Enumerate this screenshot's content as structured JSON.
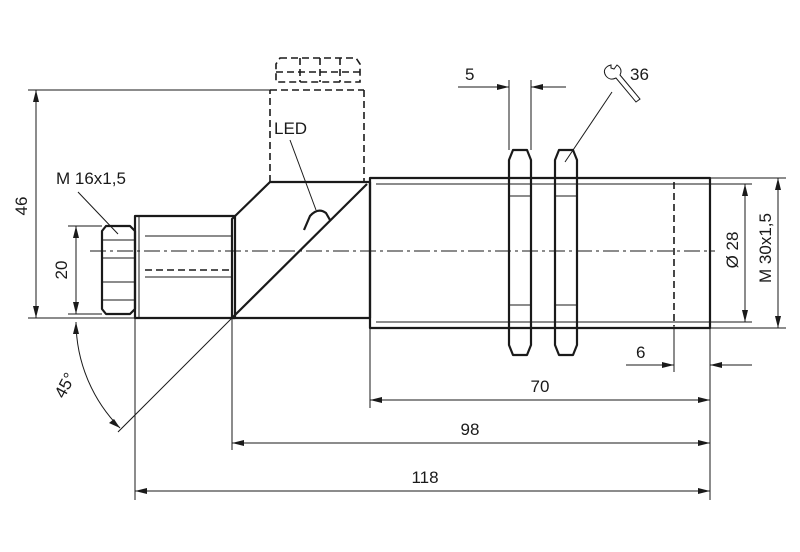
{
  "labels": {
    "led": "LED",
    "connector_thread": "M 16x1,5",
    "height_overall": "46",
    "height_connector": "20",
    "angle": "45°",
    "nut_thickness": "5",
    "wrench_size": "36",
    "body_diameter": "Ø 28",
    "thread_size": "M 30x1,5",
    "tip_length": "6",
    "thread_length": "70",
    "body_length": "98",
    "overall_length": "118"
  },
  "icons": {
    "wrench": "wrench-icon"
  }
}
